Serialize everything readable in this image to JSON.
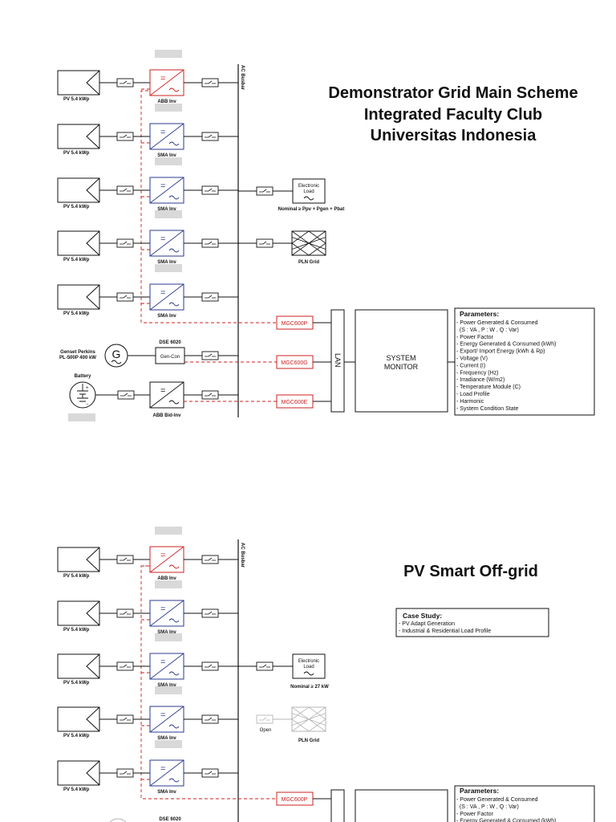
{
  "scheme1": {
    "title_lines": [
      "Demonstrator Grid Main Scheme",
      "Integrated Faculty Club",
      "Universitas Indonesia"
    ],
    "busbar_label": "AC Busbar",
    "pv_label": "PV 5.4 kWp",
    "inverters": [
      "ABB Inv",
      "SMA Inv",
      "SMA Inv",
      "SMA Inv",
      "SMA Inv"
    ],
    "electronic_load": {
      "line1": "Electronic",
      "line2": "Load",
      "rating": "Nominal ≥ Ppv + Pgen + Pbat"
    },
    "grid_label": "PLN Grid",
    "genset": {
      "label_line1": "Genset Perkins",
      "label_line2": "PL-500P 400 kW",
      "symbol": "G",
      "controller_model": "DSE 6020",
      "controller_label": "Gen-Con"
    },
    "battery": {
      "label": "Battery",
      "inverter_label": "ABB Bid-Inv"
    },
    "meters": [
      "MGC600P",
      "MGC600G",
      "MGC600E"
    ],
    "lan_label": "LAN",
    "monitor": {
      "line1": "SYSTEM",
      "line2": "MONITOR"
    },
    "parameters": {
      "heading": "Parameters:",
      "items": [
        "- Power Generated & Consumed",
        "  (S : VA , P : W , Q : Var)",
        "- Power Factor",
        "- Energy Generated & Consumed (kWh)",
        "- Export/ Import Energy (kWh & Rp)",
        "- Voltage (V)",
        "- Current (I)",
        "- Frequency (Hz)",
        "- Irradiance (W/m2)",
        "- Temperature Module (C)",
        "- Load Profile",
        "- Harmonic",
        "- System Condition State"
      ]
    }
  },
  "scheme2": {
    "title": "PV Smart Off-grid",
    "busbar_label": "AC Busbar",
    "pv_label": "PV 5.4 kWp",
    "inverters": [
      "ABB Inv",
      "SMA Inv",
      "SMA Inv",
      "SMA Inv",
      "SMA Inv"
    ],
    "electronic_load": {
      "line1": "Electronic",
      "line2": "Load",
      "rating": "Nominal ≥ 27 kW"
    },
    "grid_label": "PLN Grid",
    "open_label": "Open",
    "case_study": {
      "heading": "Case Study:",
      "items": [
        "- PV Adapt Generation",
        "- Industrial & Residential Load Profile"
      ]
    },
    "meter": "MGC600P",
    "genset_controller_model": "DSE 6020",
    "parameters": {
      "heading": "Parameters:",
      "items": [
        "- Power Generated & Consumed",
        "  (S : VA , P : W , Q : Var)",
        "- Power Factor",
        "- Energy Generated & Consumed (kWh)"
      ]
    }
  },
  "colors": {
    "accent_red": "#cc2222",
    "inverter_blue": "#2b3a8f",
    "line": "#111111",
    "faded_grey": "#b5b5b5"
  }
}
